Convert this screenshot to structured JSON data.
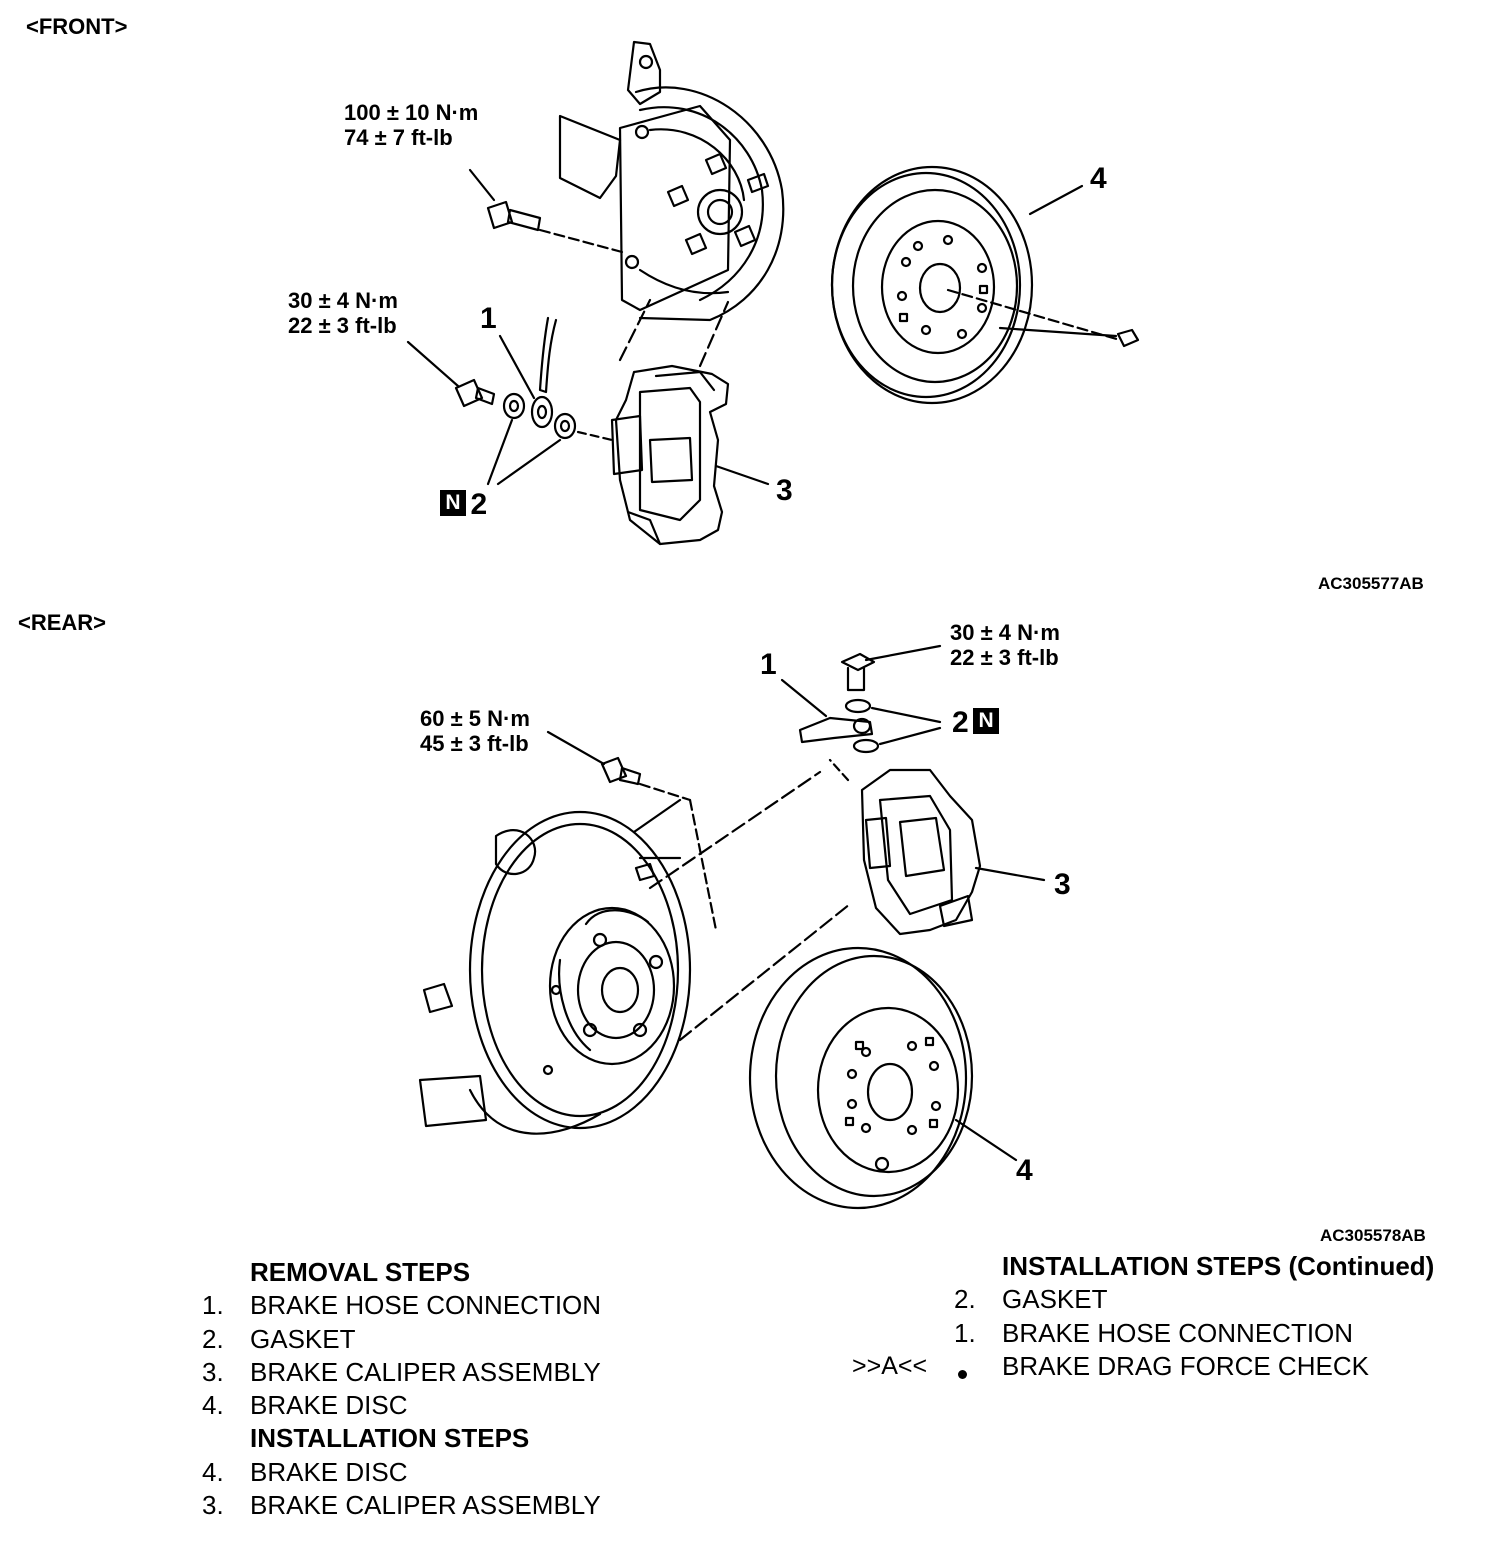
{
  "front": {
    "section_label": "<FRONT>",
    "torque_1": [
      "100 ± 10 N·m",
      "74 ± 7 ft-lb"
    ],
    "torque_2": [
      "30 ± 4 N·m",
      "22 ± 3 ft-lb"
    ],
    "callouts": {
      "c1": "1",
      "c2": "2",
      "c3": "3",
      "c4": "4",
      "n_mark": "N"
    },
    "figure_id": "AC305577AB"
  },
  "rear": {
    "section_label": "<REAR>",
    "torque_1": [
      "30 ± 4 N·m",
      "22 ± 3 ft-lb"
    ],
    "torque_2": [
      "60 ± 5 N·m",
      "45 ± 3 ft-lb"
    ],
    "callouts": {
      "c1": "1",
      "c2": "2",
      "c3": "3",
      "c4": "4",
      "n_mark": "N"
    },
    "figure_id": "AC305578AB"
  },
  "steps_left": {
    "removal_heading": "REMOVAL STEPS",
    "removal": [
      {
        "num": "1.",
        "text": "BRAKE HOSE CONNECTION"
      },
      {
        "num": "2.",
        "text": "GASKET"
      },
      {
        "num": "3.",
        "text": "BRAKE CALIPER ASSEMBLY"
      },
      {
        "num": "4.",
        "text": "BRAKE DISC"
      }
    ],
    "installation_heading": "INSTALLATION STEPS",
    "installation": [
      {
        "num": "4.",
        "text": "BRAKE DISC"
      },
      {
        "num": "3.",
        "text": "BRAKE CALIPER ASSEMBLY"
      }
    ]
  },
  "steps_right": {
    "heading": "INSTALLATION STEPS (Continued)",
    "items": [
      {
        "num": "2.",
        "text": "GASKET"
      },
      {
        "num": "1.",
        "text": "BRAKE HOSE CONNECTION"
      }
    ],
    "check_mark": ">>A<<",
    "check_text": "BRAKE DRAG FORCE CHECK"
  }
}
